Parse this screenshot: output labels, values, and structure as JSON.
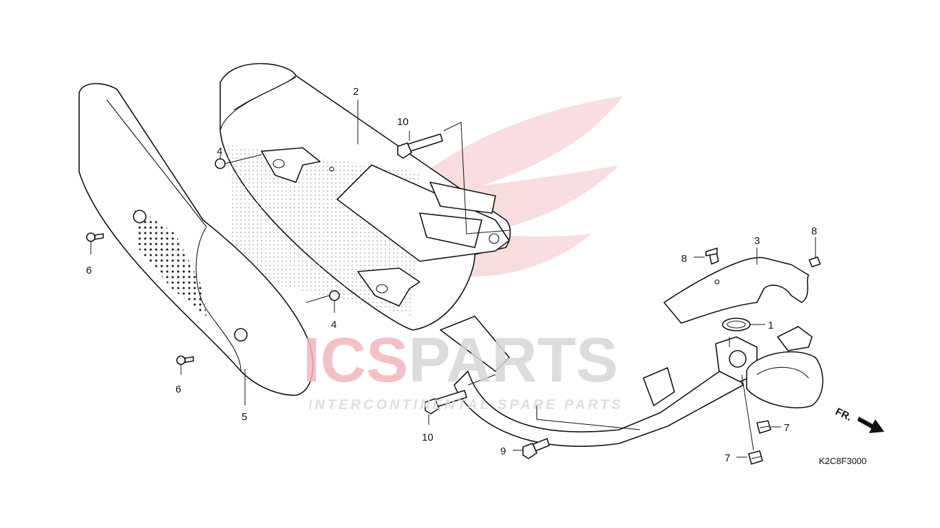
{
  "diagram": {
    "drawing_code": "K2C8F3000",
    "direction_label": "FR.",
    "callouts": [
      {
        "id": "c2",
        "label": "2"
      },
      {
        "id": "c10a",
        "label": "10"
      },
      {
        "id": "c4a",
        "label": "4"
      },
      {
        "id": "c6a",
        "label": "6"
      },
      {
        "id": "c4b",
        "label": "4"
      },
      {
        "id": "c6b",
        "label": "6"
      },
      {
        "id": "c5",
        "label": "5"
      },
      {
        "id": "c10b",
        "label": "10"
      },
      {
        "id": "c9",
        "label": "9"
      },
      {
        "id": "c8a",
        "label": "8"
      },
      {
        "id": "c3",
        "label": "3"
      },
      {
        "id": "c8b",
        "label": "8"
      },
      {
        "id": "c1",
        "label": "1"
      },
      {
        "id": "c7a",
        "label": "7"
      },
      {
        "id": "c7b",
        "label": "7"
      }
    ]
  },
  "watermark": {
    "brand_prefix": "ICS",
    "brand_suffix": "PARTS",
    "tagline": "INTERCONTINENTAL SPARE PARTS",
    "colors": {
      "accent": "#e63946",
      "gray": "#c9c9c9",
      "logo_red": "#f3c3c6"
    }
  }
}
